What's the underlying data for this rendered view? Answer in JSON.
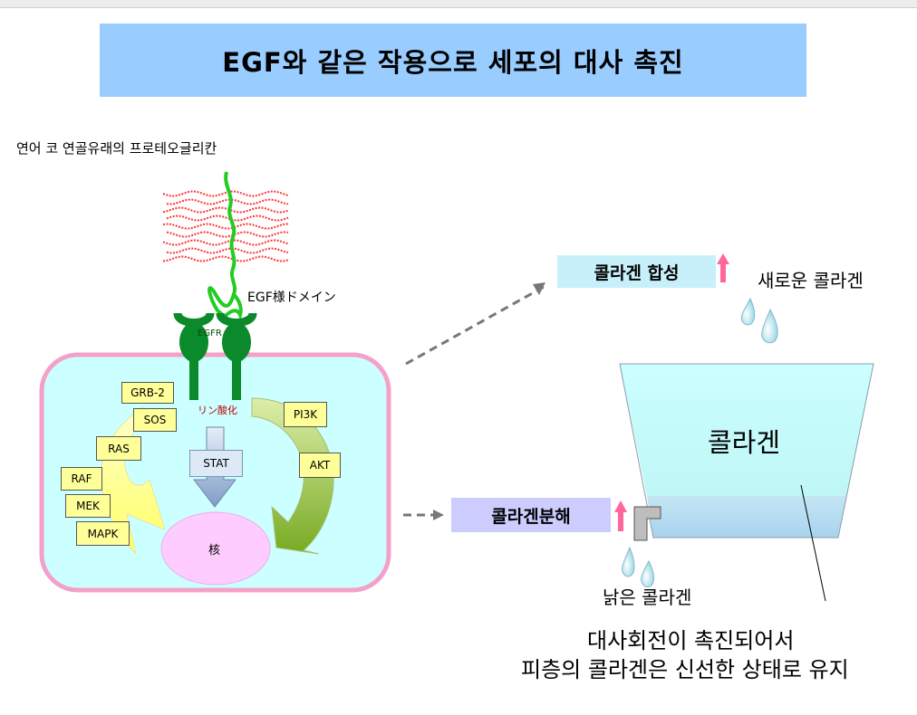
{
  "title": "EGF와 같은 작용으로 세포의 대사 촉진",
  "labels": {
    "proteoglycan": "연어 코 연골유래의 프로테오글리칸",
    "egf_domain": "EGF様ドメイン",
    "egfr": "EGFR",
    "phosphorylation": "リン酸化",
    "nucleus": "核"
  },
  "pathway": {
    "left_cascade": [
      "GRB-2",
      "SOS",
      "RAS",
      "RAF",
      "MEK",
      "MAPK"
    ],
    "center": "STAT",
    "right_cascade": [
      "PI3K",
      "AKT"
    ]
  },
  "outcomes": {
    "synthesis": "콜라겐 합성",
    "degradation": "콜라겐분해",
    "new_collagen": "새로운 콜라겐",
    "old_collagen": "낡은 콜라겐",
    "tank": "콜라겐"
  },
  "summary": {
    "line1": "대사회전이 촉진되어서",
    "line2": "피층의 콜라겐은 신선한 상태로 유지"
  },
  "colors": {
    "title_bg": "#99ccff",
    "cell_border": "#f4a0c8",
    "cell_fill": "#ccffff",
    "receptor": "#0a8a2a",
    "chain": "#ff3333",
    "up_arrow": "#ff6699"
  }
}
